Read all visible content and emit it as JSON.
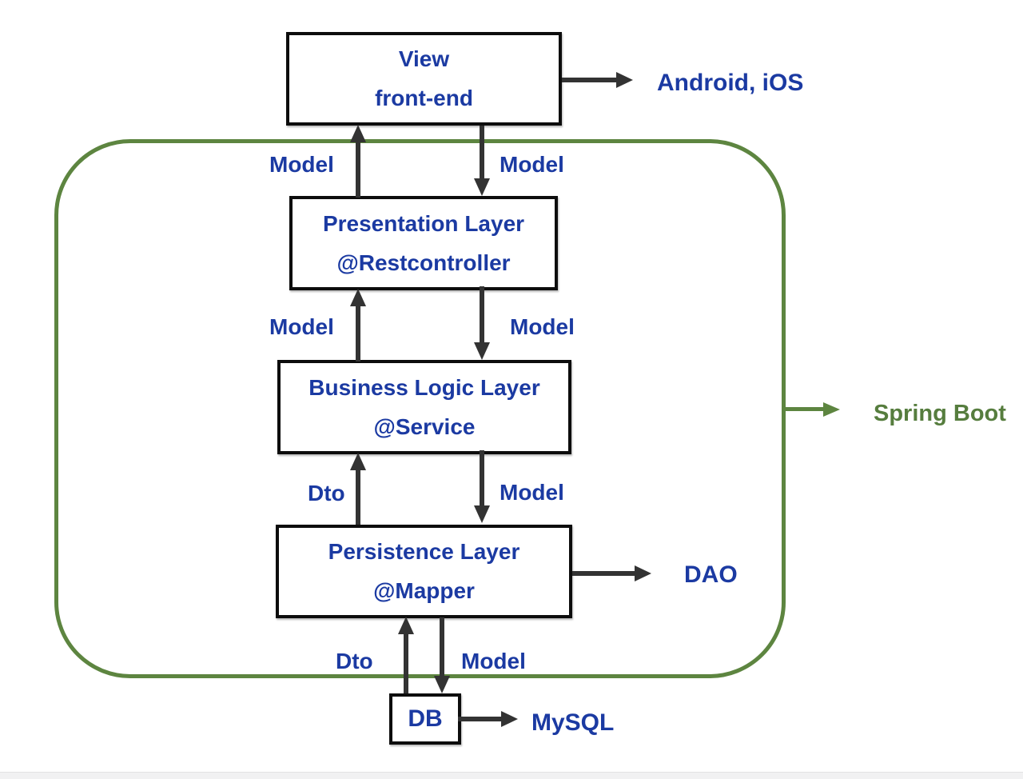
{
  "diagram": {
    "title_hint": "Spring Boot layered architecture diagram",
    "boxes": {
      "view": {
        "line1": "View",
        "line2": "front-end"
      },
      "presentation": {
        "line1": "Presentation Layer",
        "line2": "@Restcontroller"
      },
      "business": {
        "line1": "Business Logic Layer",
        "line2": "@Service"
      },
      "persistence": {
        "line1": "Persistence Layer",
        "line2": "@Mapper"
      },
      "db": {
        "label": "DB"
      }
    },
    "edge_labels": {
      "presentation_to_view_up": "Model",
      "view_to_presentation_down": "Model",
      "business_to_presentation_up": "Model",
      "presentation_to_business_down": "Model",
      "persistence_to_business_up": "Dto",
      "business_to_persistence_down": "Model",
      "db_to_persistence_up": "Dto",
      "persistence_to_db_down": "Model"
    },
    "external_labels": {
      "android_ios": "Android, iOS",
      "dao": "DAO",
      "mysql": "MySQL",
      "spring_boot": "Spring Boot"
    },
    "colors": {
      "text_blue": "#1b3aa2",
      "boundary_green": "#5d8540",
      "spring_boot_text_green": "#567d3e",
      "arrow_dark": "#333333",
      "box_border_black": "#0d0d0d",
      "background": "#ffffff"
    }
  }
}
